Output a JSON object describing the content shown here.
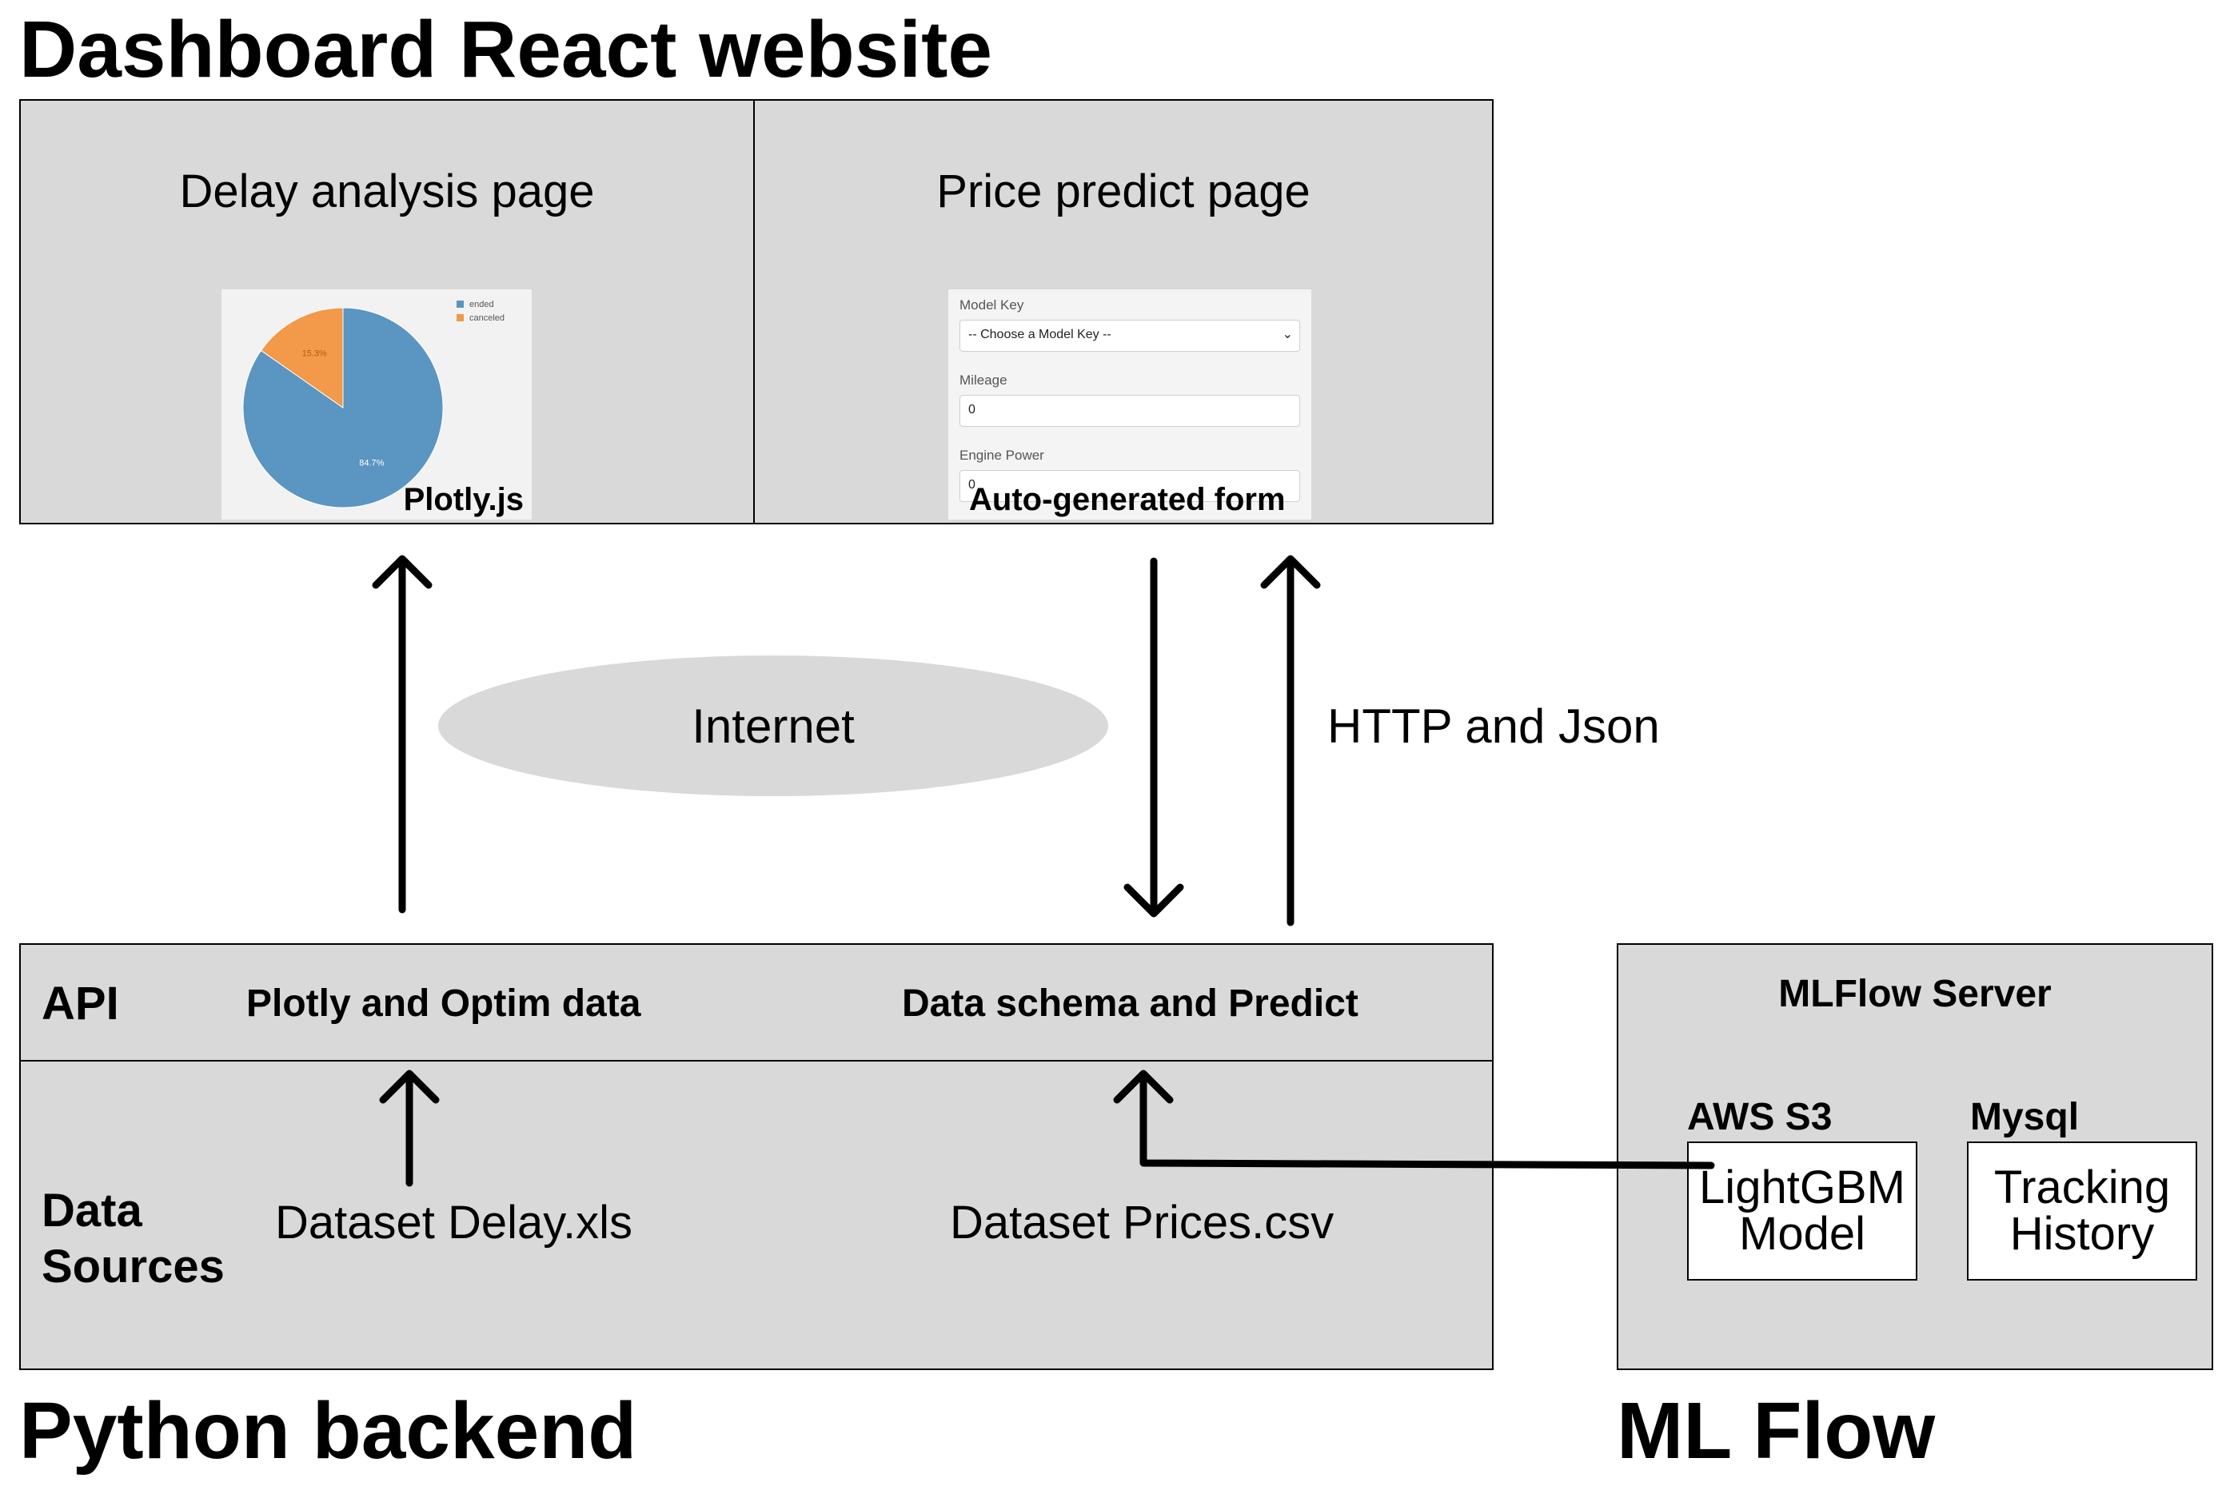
{
  "frontend": {
    "title": "Dashboard React website",
    "delay_page": {
      "title": "Delay analysis page",
      "caption": "Plotly.js",
      "pie": {
        "slices": [
          {
            "label": "ended",
            "percent": 84.7,
            "percent_text": "84.7%",
            "color": "#5b95c2"
          },
          {
            "label": "canceled",
            "percent": 15.3,
            "percent_text": "15.3%",
            "color": "#f2994a"
          }
        ]
      }
    },
    "price_page": {
      "title": "Price predict page",
      "caption": "Auto-generated form",
      "form": {
        "model_key_label": "Model Key",
        "model_key_value": "-- Choose a Model Key --",
        "mileage_label": "Mileage",
        "mileage_value": "0",
        "engine_power_label": "Engine Power",
        "engine_power_value": "0"
      }
    }
  },
  "network": {
    "internet_label": "Internet",
    "protocol_label": "HTTP and Json"
  },
  "backend": {
    "title": "Python backend",
    "api_label": "API",
    "api_left": "Plotly and Optim data",
    "api_right": "Data schema and Predict",
    "data_sources_label_1": "Data",
    "data_sources_label_2": "Sources",
    "dataset_delay": "Dataset Delay.xls",
    "dataset_prices": "Dataset Prices.csv"
  },
  "mlflow": {
    "title": "ML Flow",
    "server_label": "MLFlow Server",
    "aws_label": "AWS S3",
    "mysql_label": "Mysql",
    "model_line1": "LightGBM",
    "model_line2": "Model",
    "tracking_line1": "Tracking",
    "tracking_line2": "History"
  }
}
